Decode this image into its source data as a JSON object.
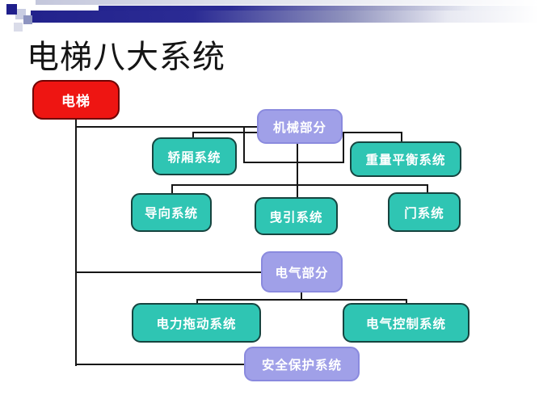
{
  "slide": {
    "title": "电梯八大系统"
  },
  "nodes": {
    "elevator": {
      "label": "电梯"
    },
    "mechanical": {
      "label": "机械部分"
    },
    "car_system": {
      "label": "轿厢系统"
    },
    "weight_balance_system": {
      "label": "重量平衡系统"
    },
    "guide_system": {
      "label": "导向系统"
    },
    "traction_system": {
      "label": "曳引系统"
    },
    "door_system": {
      "label": "门系统"
    },
    "electrical": {
      "label": "电气部分"
    },
    "power_drive_system": {
      "label": "电力拖动系统"
    },
    "electric_control_system": {
      "label": "电气控制系统"
    },
    "safety_protection_system": {
      "label": "安全保护系统"
    }
  },
  "hierarchy": {
    "电梯": [
      "机械部分",
      "电气部分",
      "安全保护系统"
    ],
    "机械部分": [
      "轿厢系统",
      "重量平衡系统",
      "导向系统",
      "曳引系统",
      "门系统"
    ],
    "电气部分": [
      "电力拖动系统",
      "电气控制系统"
    ]
  },
  "colors": {
    "root_red": "#ee1512",
    "branch_lavender": "#a0a0e8",
    "leaf_teal": "#2fc5b3",
    "connector": "#161616",
    "header_navy": "#23238e"
  }
}
